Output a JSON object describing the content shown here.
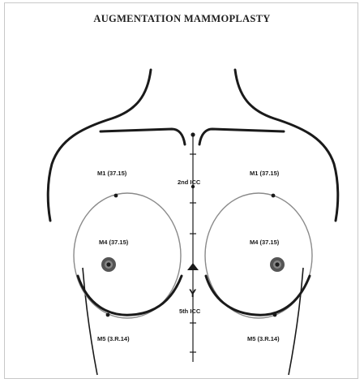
{
  "title": "AUGMENTATION MAMMOPLASTY",
  "labels": {
    "upper_left": "M1 (37.15)",
    "upper_right": "M1 (37.15)",
    "mid_left": "M4 (37.15)",
    "mid_right": "M4 (37.15)",
    "low_left": "M5 (3.R.14)",
    "low_right": "M5 (3.R.14)",
    "ics_upper": "2nd ICC",
    "ics_lower": "5th ICC",
    "y_marker": "Y"
  },
  "colors": {
    "ink": "#1a1a1a",
    "implant_outline": "#8a8a8a",
    "nipple_outer": "#555555",
    "nipple_inner": "#1e1e1e",
    "frame": "#c8c8c8"
  }
}
